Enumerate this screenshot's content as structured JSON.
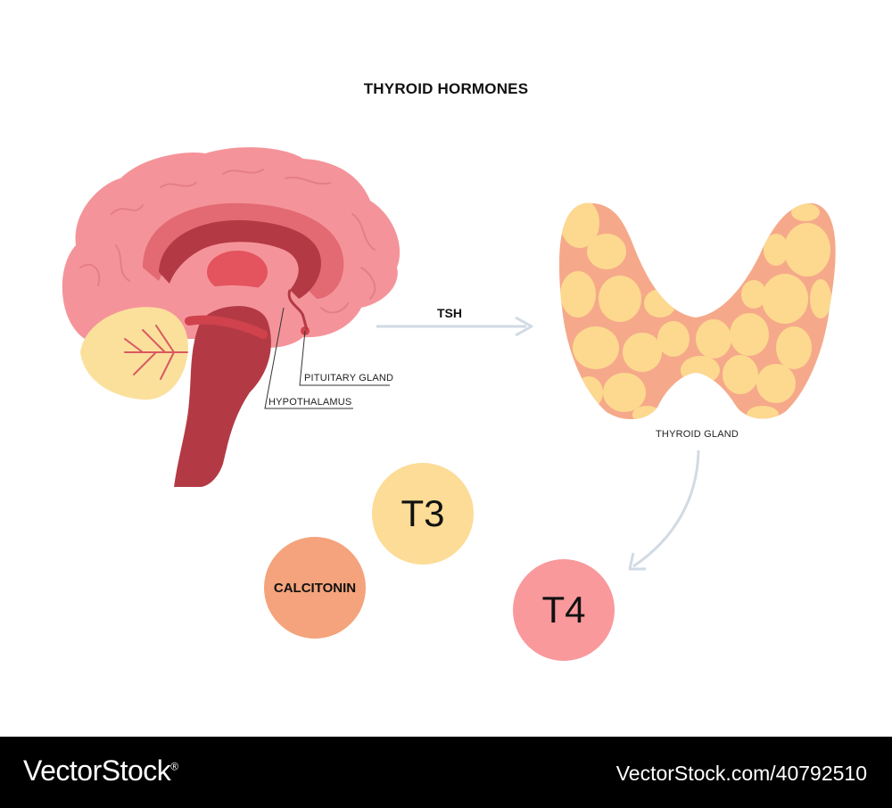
{
  "title": "THYROID HORMONES",
  "labels": {
    "pituitary": "PITUITARY GLAND",
    "hypothalamus": "HYPOTHALAMUS",
    "thyroid": "THYROID GLAND",
    "tsh": "TSH"
  },
  "hormones": {
    "t3": "T3",
    "t4": "T4",
    "calcitonin": "CALCITONIN"
  },
  "footer": {
    "brand": "VectorStock",
    "brand_mark": "®",
    "image_id": "VectorStock.com/40792510"
  },
  "colors": {
    "brain_pink": "#f4949a",
    "brain_dark": "#b33a45",
    "cerebellum": "#fbe09c",
    "thyroid_base": "#f5a98a",
    "thyroid_lobule": "#fcd98f",
    "t3_circle": "#fcdc96",
    "t4_circle": "#f9999c",
    "calcitonin_circle": "#f4a37c",
    "arrow": "#d2dae4"
  }
}
